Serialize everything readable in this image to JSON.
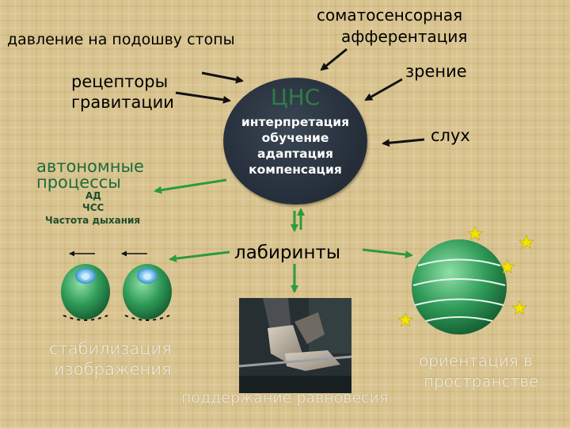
{
  "labels": {
    "foot_pressure": "давление на подошву стопы",
    "gravity_line1": "рецепторы",
    "gravity_line2": "гравитации",
    "somato_line1": "соматосенсорная",
    "somato_line2": "афферентация",
    "vision": "зрение",
    "hearing": "слух",
    "autonomic_line1": "автономные",
    "autonomic_line2": "процессы",
    "ad": "АД",
    "hr": "ЧСС",
    "breathing": "Частота дыхания",
    "labyrinths": "лабиринты",
    "stabilization_line1": "стабилизация",
    "stabilization_line2": "изображения",
    "orientation_line1": "ориентация в",
    "orientation_line2": "пространстве",
    "balance": "поддержание равновесия"
  },
  "cns": {
    "title": "ЦНС",
    "functions": [
      "интерпретация",
      "обучение",
      "адаптация",
      "компенсация"
    ]
  },
  "colors": {
    "background": "#d9c490",
    "arrow_black": "#111111",
    "arrow_green": "#2e9a3a",
    "sphere_green": "#2f9a58",
    "cns_fill": "#2a3440",
    "star": "#f2e400"
  },
  "icons": [
    "eyeball-icon",
    "eyeball-icon",
    "globe-icon",
    "star-icon",
    "photo-feet-tightrope"
  ]
}
